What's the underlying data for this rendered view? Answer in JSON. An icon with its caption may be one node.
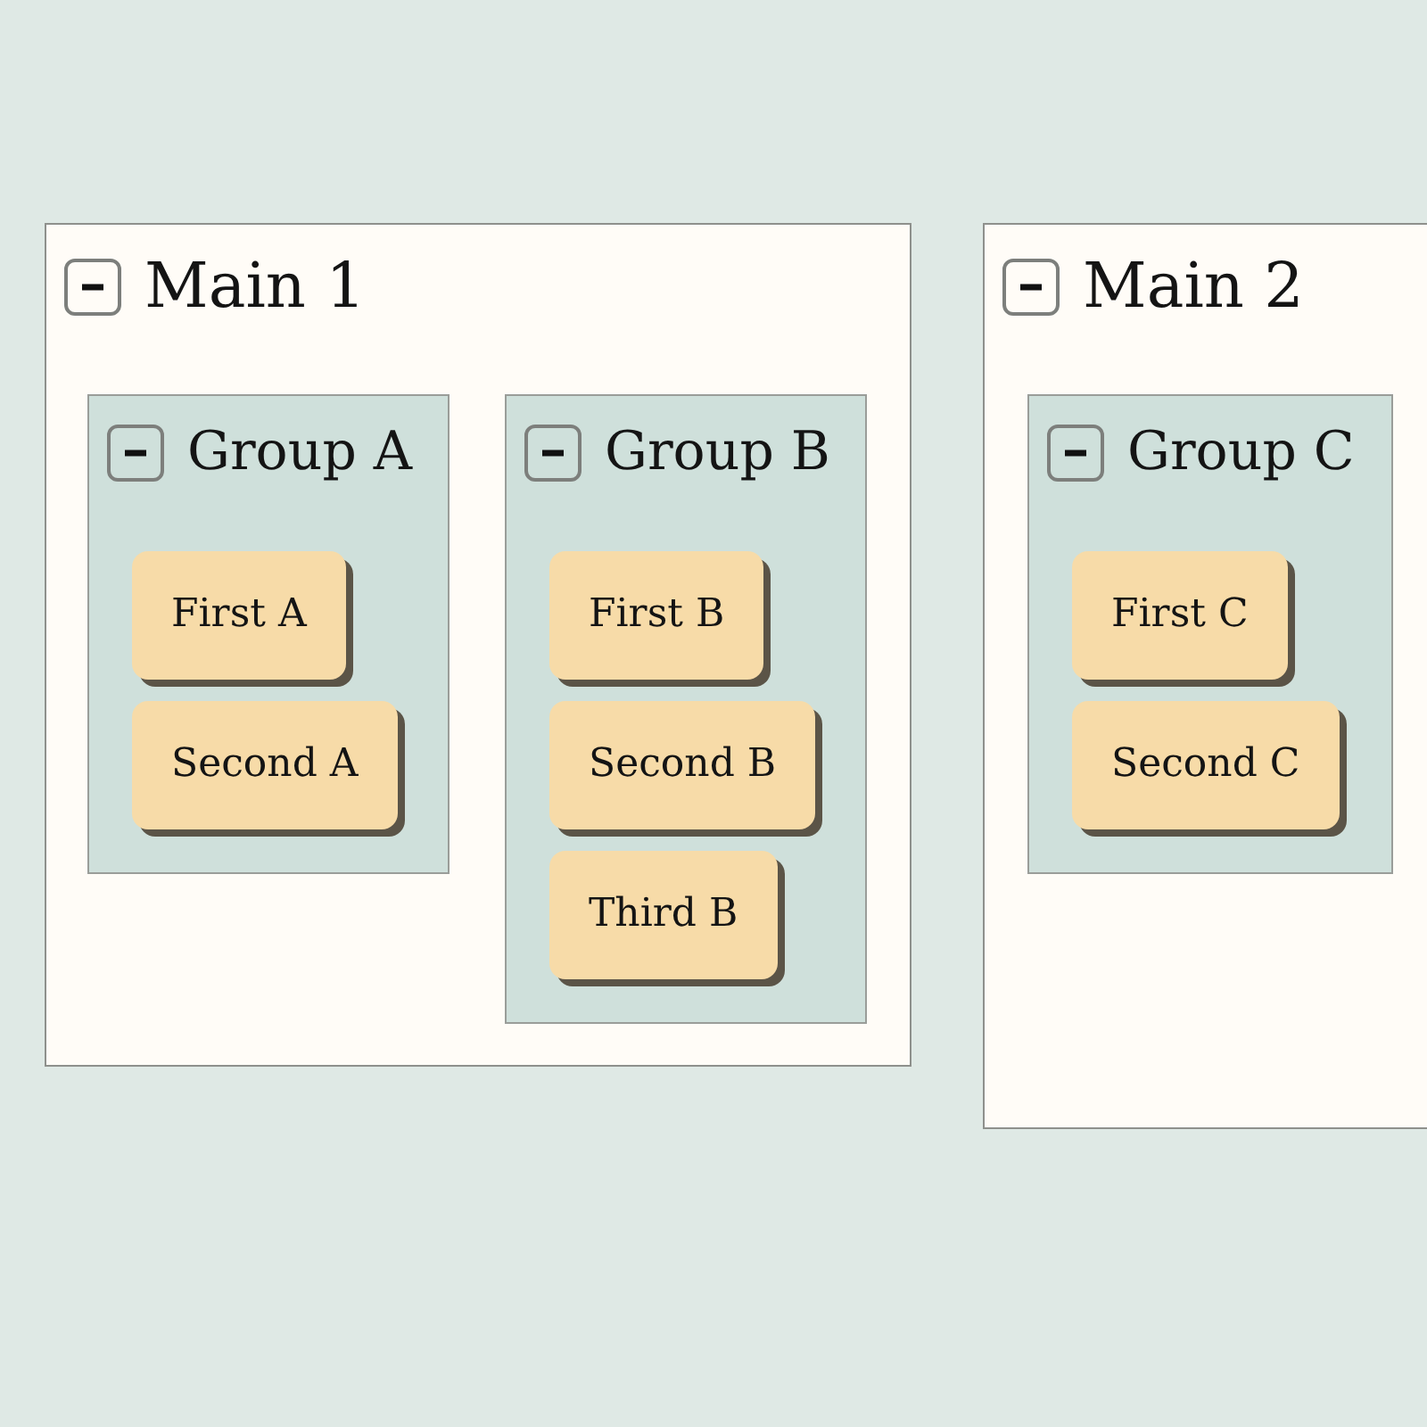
{
  "diagram": {
    "nodes": [
      {
        "text": [
          "Main 1"
        ]
      },
      {
        "text": [
          "Group A"
        ],
        "in": 0
      },
      {
        "text": [
          "First A"
        ],
        "in": 1
      },
      {
        "text": [
          "Second A"
        ],
        "in": 1
      },
      {
        "text": [
          "Group B"
        ],
        "in": 0
      },
      {
        "text": [
          "First B"
        ],
        "in": 4
      },
      {
        "text": [
          "Second B"
        ],
        "in": 4
      },
      {
        "text": [
          "Third B"
        ],
        "in": 4
      },
      {
        "text": [
          "Main 2"
        ]
      },
      {
        "text": [
          "Group C"
        ],
        "in": 8
      },
      {
        "text": [
          "First C"
        ],
        "in": 9
      },
      {
        "text": [
          "Second C"
        ],
        "in": 9
      }
    ]
  }
}
